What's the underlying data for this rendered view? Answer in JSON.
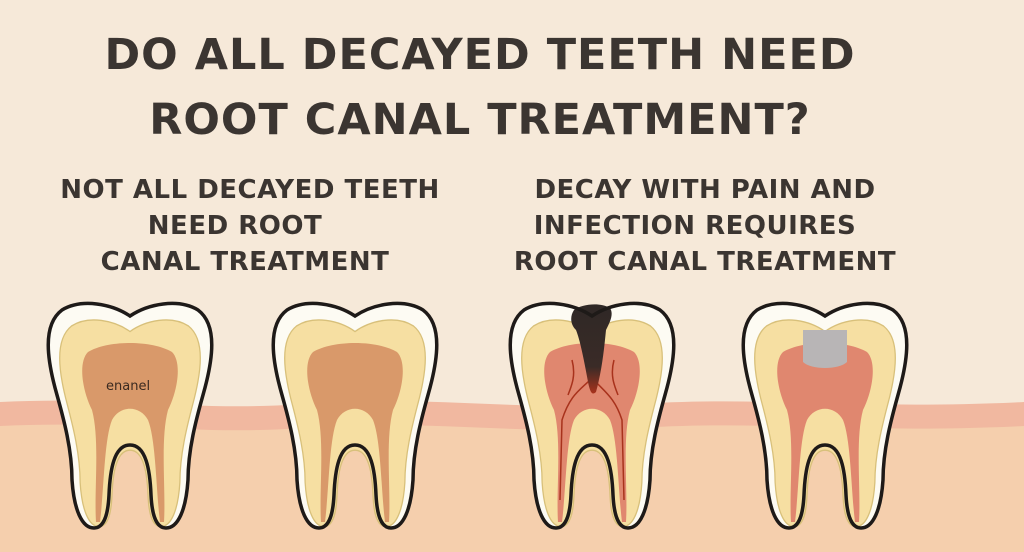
{
  "title": {
    "line1": "DO ALL DECAYED TEETH NEED",
    "line2": "ROOT CANAL TREATMENT?"
  },
  "left_panel": {
    "lines": [
      "NOT ALL DECAYED TEETH",
      "NEED ROOT",
      "CANAL TREATMENT"
    ]
  },
  "right_panel": {
    "lines": [
      "DECAY WITH PAIN AND",
      "INFECTION REQUIRES",
      "ROOT CANAL TREATMENT"
    ]
  },
  "labels": {
    "tooth1": "enanel"
  },
  "colors": {
    "background": "#f6e9d9",
    "enamel": "#fdfbf3",
    "dentin": "#f6dfa2",
    "pulp": "#d9996a",
    "pulp_inflamed": "#e0876f",
    "decay": "#352c2a",
    "filling": "#b8b5b6",
    "gum": "#f1b8a0",
    "bone": "#f5cfad"
  }
}
